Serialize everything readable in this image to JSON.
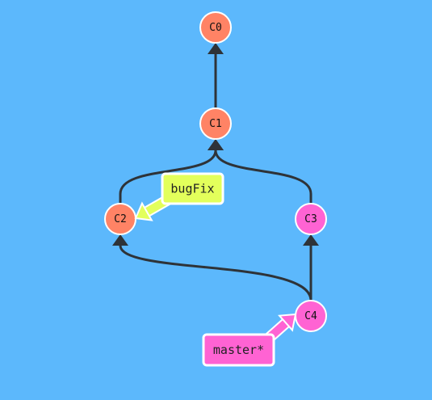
{
  "graph": {
    "background": "#5cb8fc",
    "edge_color": "#2e3338",
    "commits": [
      {
        "id": "C0",
        "label": "C0",
        "color": "#ff8365"
      },
      {
        "id": "C1",
        "label": "C1",
        "color": "#ff8365"
      },
      {
        "id": "C2",
        "label": "C2",
        "color": "#ff8365"
      },
      {
        "id": "C3",
        "label": "C3",
        "color": "#ff63d3"
      },
      {
        "id": "C4",
        "label": "C4",
        "color": "#ff63d3"
      }
    ],
    "edges": [
      {
        "from": "C1",
        "to": "C0"
      },
      {
        "from": "C2",
        "to": "C1"
      },
      {
        "from": "C3",
        "to": "C1"
      },
      {
        "from": "C4",
        "to": "C3"
      },
      {
        "from": "C4",
        "to": "C2"
      }
    ],
    "branches": [
      {
        "name": "bugFix",
        "target": "C2",
        "color": "#e3ff5b",
        "arrow_color": "#e3ff5b"
      },
      {
        "name": "master*",
        "target": "C4",
        "color": "#ff63d3",
        "arrow_color": "#ff63d3"
      }
    ]
  }
}
